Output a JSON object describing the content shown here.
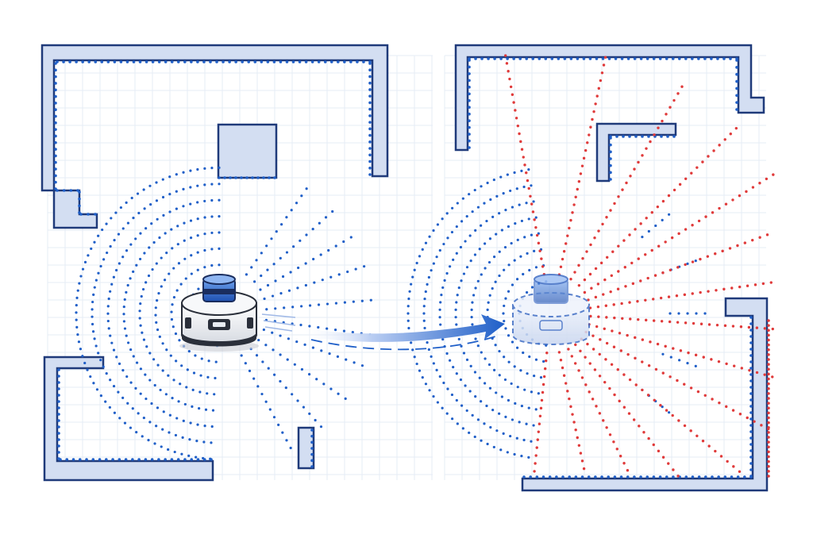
{
  "colors": {
    "background": "#ffffff",
    "grid": "#e6ecf5",
    "wall_fill": "#d3def2",
    "wall_stroke": "#1f3a7a",
    "scan_blue": "#1f5fc8",
    "scan_red": "#e03a3a",
    "lidar_blue": "#2f6fd6",
    "robot_body": "#f2f4f7",
    "robot_dark": "#2a2f3a",
    "arrow_start": "#e3ecfb",
    "arrow_end": "#1f5fc8"
  },
  "scenes": [
    {
      "name": "left-scan",
      "robot_icon": "robot-lidar-icon",
      "scan_color": "blue"
    },
    {
      "name": "right-scan",
      "robot_icon": "robot-lidar-ghost-icon",
      "scan_color": "blue-and-red"
    }
  ],
  "motion_arrow_icon": "arrow-right-icon"
}
